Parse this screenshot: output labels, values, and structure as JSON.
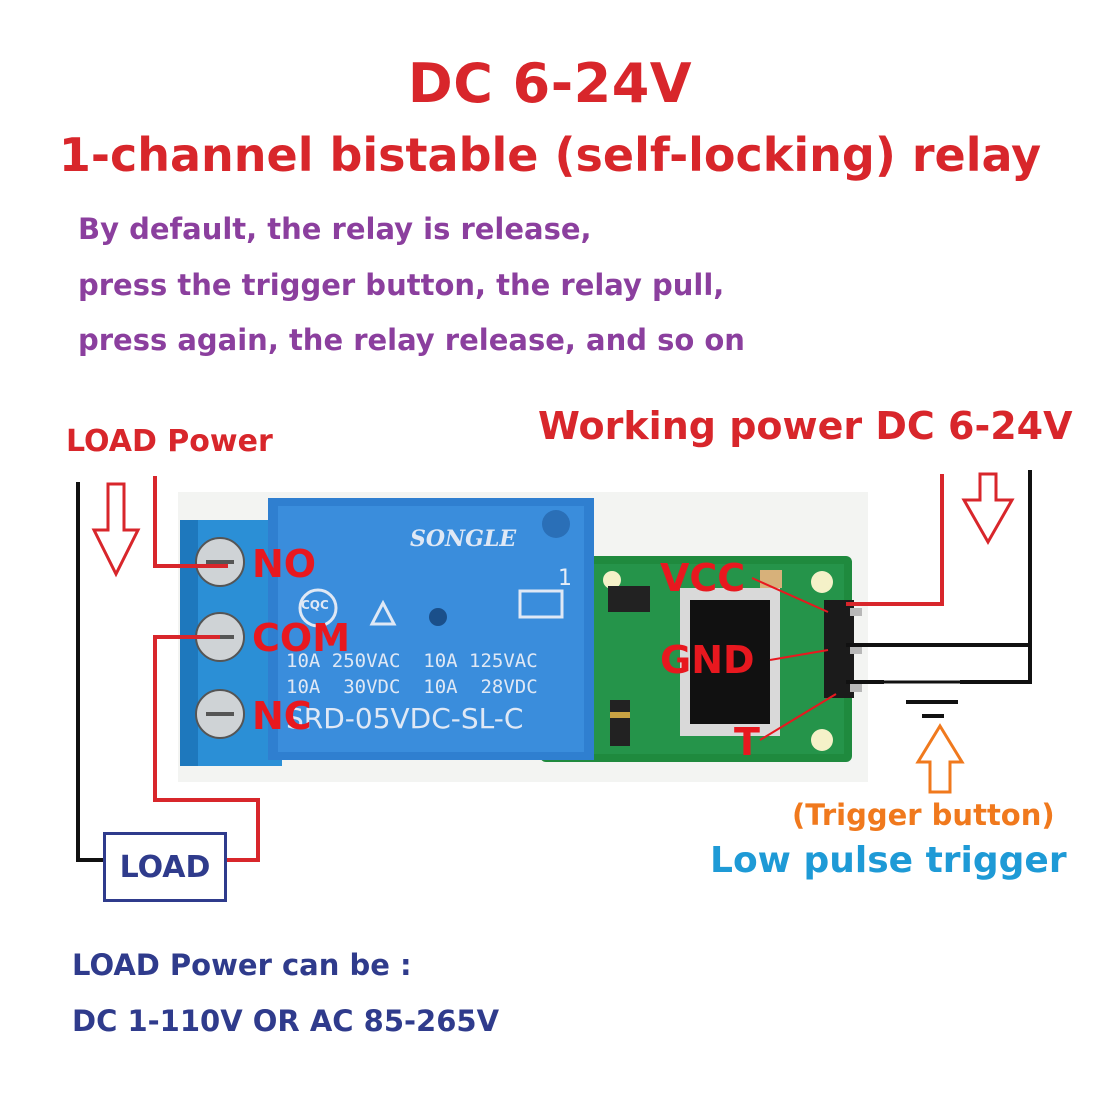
{
  "title": "DC 6-24V",
  "subtitle": "1-channel bistable (self-locking) relay",
  "description": [
    "By default, the relay is release,",
    "press the trigger button, the relay pull,",
    "press again, the relay release, and so on"
  ],
  "load_power_label": "LOAD Power",
  "working_power_label": "Working power DC 6-24V",
  "terminals": {
    "no": "NO",
    "com": "COM",
    "nc": "NC"
  },
  "pins": {
    "vcc": "VCC",
    "gnd": "GND",
    "t": "T"
  },
  "relay": {
    "brand": "SONGLE",
    "cert": "CQC",
    "ratings": [
      "10A 250VAC  10A 125VAC",
      "10A  30VDC  10A  28VDC"
    ],
    "model": "SRD-05VDC-SL-C"
  },
  "trigger_button_label": "(Trigger button)",
  "low_pulse_label": "Low pulse trigger",
  "load_box_label": "LOAD",
  "load_power_note": [
    "LOAD Power can be :",
    "DC 1-110V OR AC 85-265V"
  ],
  "colors": {
    "red": "#d8262b",
    "purple": "#8b3f9e",
    "orange": "#f0791d",
    "blue": "#1e9ad6",
    "navy": "#2f3b8c",
    "relay_blue": "#2f7fd0",
    "pcb_green": "#1f8a3e"
  }
}
